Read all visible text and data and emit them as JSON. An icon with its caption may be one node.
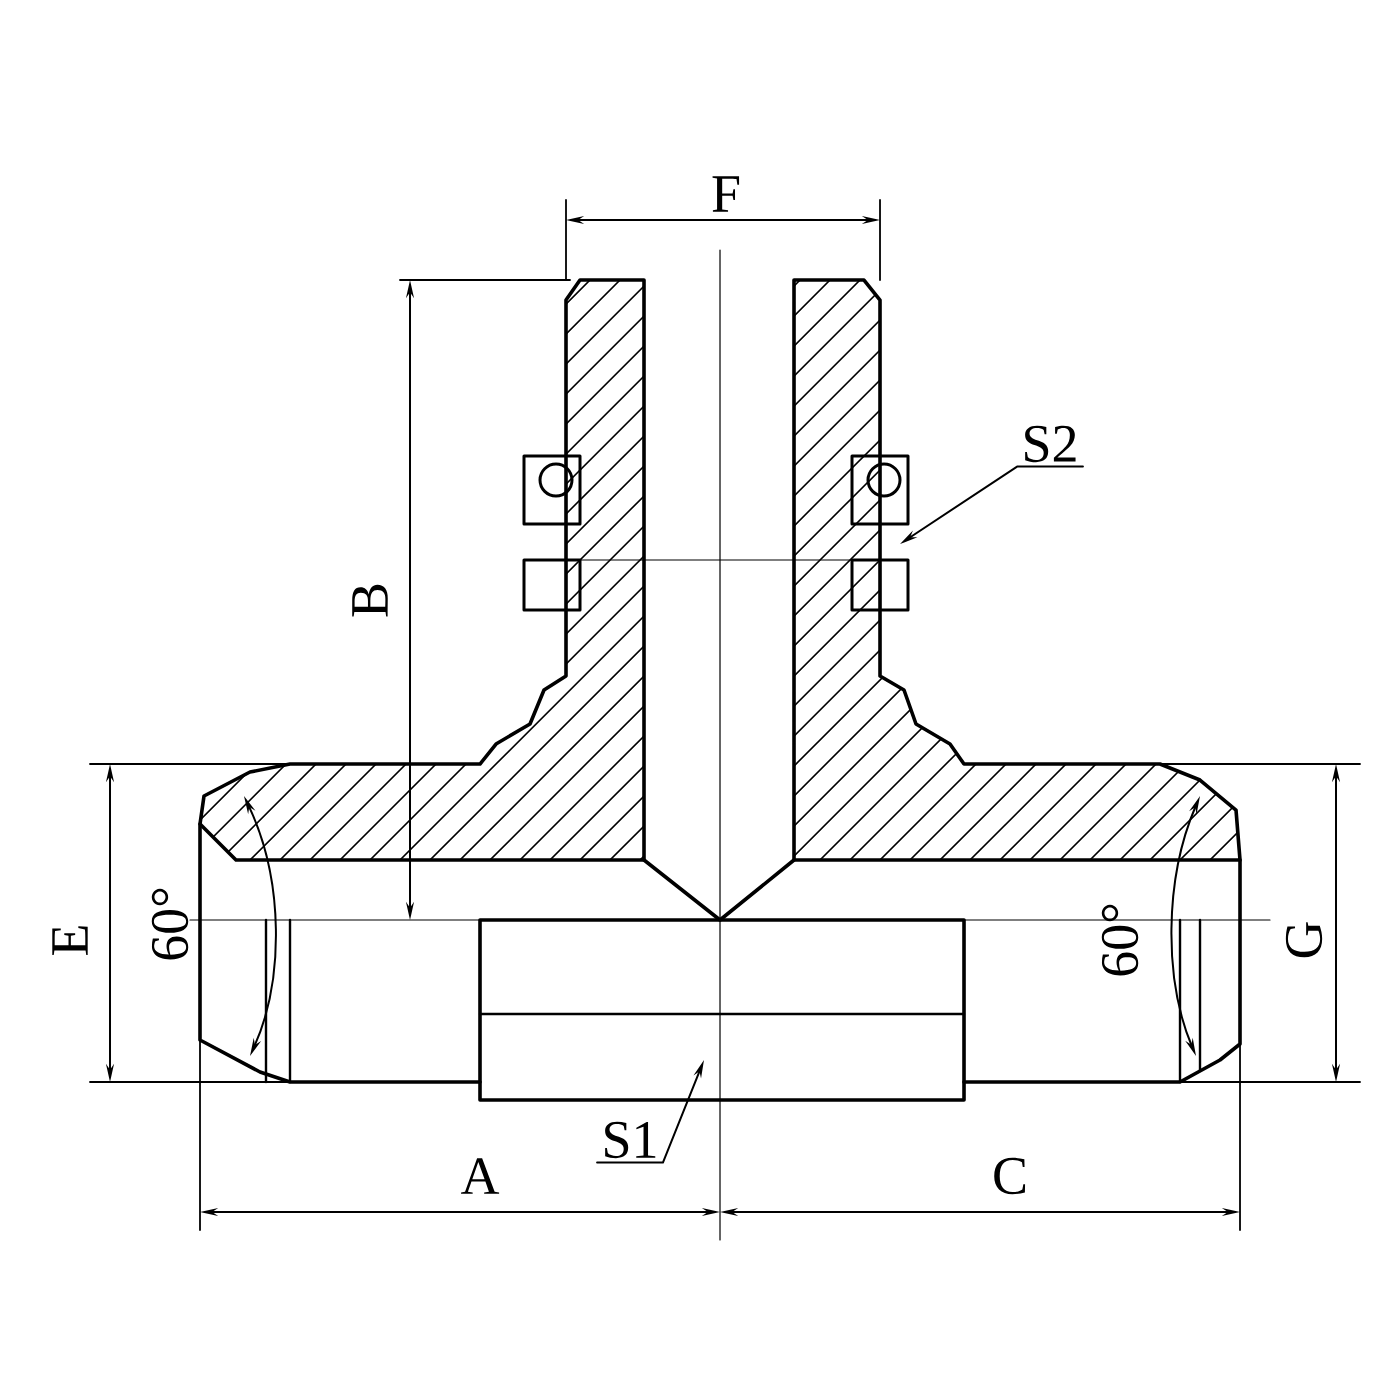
{
  "diagram": {
    "nodes": [
      {
        "text": [
          "S2"
        ]
      },
      {
        "text": [
          "S1"
        ]
      }
    ],
    "edges": [
      {
        "from": 0,
        "to": null,
        "arrow": "to"
      },
      {
        "from": 1,
        "to": null,
        "arrow": "to"
      }
    ],
    "labels": [
      "F",
      "B",
      "E",
      "60°",
      "60°",
      "G",
      "A",
      "C"
    ]
  }
}
